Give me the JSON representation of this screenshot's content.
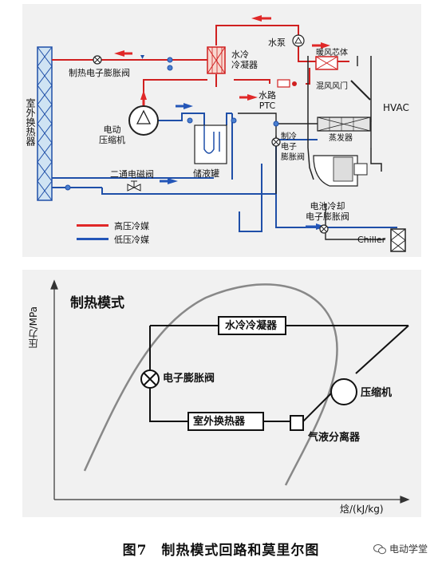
{
  "top": {
    "outdoor_hx": "室外换热器",
    "heat_exv": "制热电子膨胀阀",
    "water_cooled_condenser": "水冷\n冷凝器",
    "water_pump": "水泵",
    "heater_core": "暖风芯体",
    "mix_door": "混风风门",
    "water_ptc": "水路\nPTC",
    "hvac": "HVAC",
    "compressor": "电动\n压缩机",
    "cool_exv": "制冷\n电子\n膨胀阀",
    "evaporator": "蒸发器",
    "solenoid": "二通电磁阀",
    "accumulator": "储液罐",
    "battery_exv": "电池冷却\n电子膨胀阀",
    "chiller": "Chiller",
    "legend_high": "高压冷媒",
    "legend_low": "低压冷媒",
    "colors": {
      "high": "#d02020",
      "low": "#1f4fa8",
      "arrow_high": "#e02828",
      "arrow_low": "#2456b8"
    }
  },
  "bottom": {
    "title": "制热模式",
    "y_axis": "压力/MPa",
    "x_axis": "焓/(kJ/kg)",
    "condenser": "水冷冷凝器",
    "exv": "电子膨胀阀",
    "compressor": "压缩机",
    "outdoor_hx": "室外换热器",
    "separator": "气液分离器"
  },
  "caption": "图7　制热模式回路和莫里尔图",
  "watermark": "电动学堂"
}
